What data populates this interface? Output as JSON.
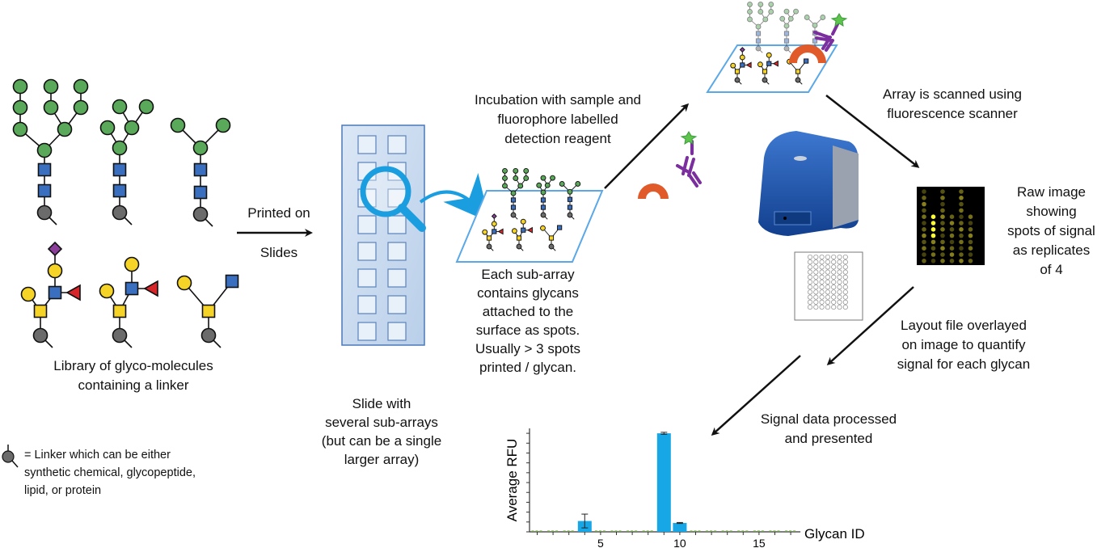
{
  "library": {
    "lines": [
      "Library of glyco-molecules",
      "containing a linker"
    ]
  },
  "legend": {
    "lines": [
      "= Linker which can be either",
      "synthetic chemical, glycopeptide,",
      "lipid, or protein"
    ]
  },
  "printed": {
    "line1": "Printed on",
    "line2": "Slides"
  },
  "slide": {
    "lines": [
      "Slide with",
      "several sub-arrays",
      "(but can be a single",
      "larger array)"
    ]
  },
  "subarray": {
    "lines": [
      "Each sub-array",
      "contains glycans",
      "attached to the",
      "surface as spots.",
      "Usually > 3 spots",
      "printed / glycan."
    ]
  },
  "incubation": {
    "lines": [
      "Incubation with sample and",
      "fluorophore labelled",
      "detection reagent"
    ]
  },
  "scanned": {
    "lines": [
      "Array is scanned using",
      "fluorescence scanner"
    ]
  },
  "raw": {
    "lines": [
      "Raw image",
      "showing",
      "spots of signal",
      "as replicates",
      "of 4"
    ]
  },
  "layout_file": {
    "lines": [
      "Layout file overlayed",
      "on image to quantify",
      "signal for each glycan"
    ]
  },
  "signal": {
    "lines": [
      "Signal data processed",
      "and presented"
    ]
  },
  "colors": {
    "green": "#5aa85a",
    "blue": "#3a6fc0",
    "yellow": "#f5d327",
    "red": "#d7262a",
    "purple": "#8a3e9a",
    "gray": "#6b6b6b",
    "bar": "#17a6e6",
    "slide_outline": "#4a9ae0",
    "reagent": "#e05a2a",
    "antibody": "#7b2e9e"
  },
  "chart_data": {
    "type": "bar",
    "xlabel": "Glycan ID",
    "ylabel": "Average RFU",
    "categories": [
      1,
      2,
      3,
      4,
      5,
      6,
      7,
      8,
      9,
      10,
      11,
      12,
      13,
      14,
      15,
      16,
      17
    ],
    "values": [
      0.05,
      0.03,
      0.03,
      1.1,
      0.03,
      0.03,
      0.03,
      0.03,
      10.0,
      0.9,
      0.03,
      0.03,
      0.05,
      0.03,
      0.05,
      0.05,
      0.03
    ],
    "errors": [
      0,
      0,
      0,
      0.7,
      0,
      0,
      0,
      0,
      0.1,
      0.05,
      0,
      0,
      0,
      0,
      0,
      0,
      0
    ],
    "x_tick_labels": [
      "5",
      "10",
      "15"
    ],
    "x_tick_label_values": [
      5,
      10,
      15
    ],
    "ylim": [
      0,
      10.5
    ],
    "y_tick_labels_shown": false,
    "grid": false
  }
}
